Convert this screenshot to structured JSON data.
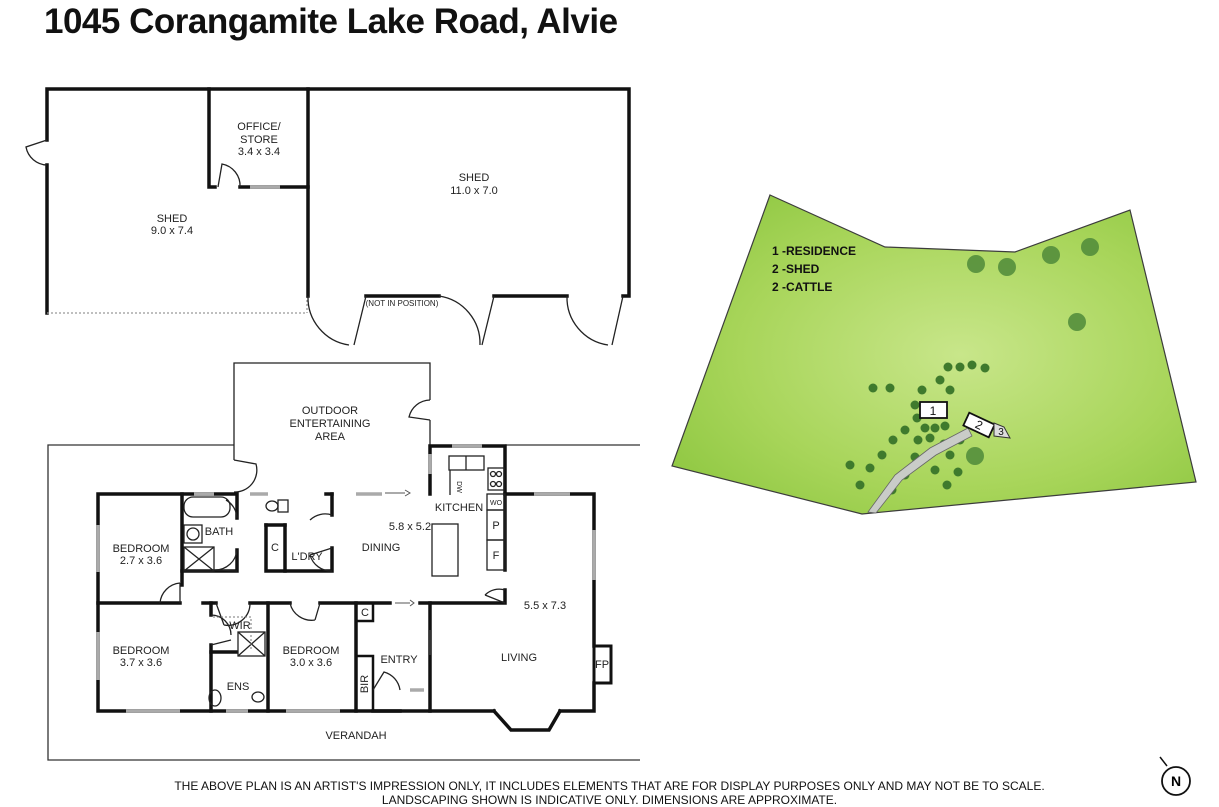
{
  "title": "1045 Corangamite Lake Road, Alvie",
  "sheds": {
    "office_name": "OFFICE/",
    "office_name2": "STORE",
    "office_size": "3.4 x 3.4",
    "shed_left_name": "SHED",
    "shed_left_size": "9.0 x 7.4",
    "shed_right_name": "SHED",
    "shed_right_size": "11.0 x 7.0",
    "not_in_position": "(NOT IN POSITION)"
  },
  "house": {
    "outdoor_1": "OUTDOOR",
    "outdoor_2": "ENTERTAINING",
    "outdoor_3": "AREA",
    "bedroom1": "BEDROOM",
    "bedroom1_size": "2.7 x 3.6",
    "bath": "BATH",
    "closet1": "C",
    "laundry": "L'DRY",
    "dining": "DINING",
    "dining_size": "5.8 x 5.2",
    "kitchen": "KITCHEN",
    "dw": "DW",
    "wo": "WO",
    "pantry": "P",
    "fridge": "F",
    "living_size": "5.5 x 7.3",
    "bedroom2": "BEDROOM",
    "bedroom2_size": "3.7 x 3.6",
    "wir": "WIR",
    "ens": "ENS",
    "bedroom3": "BEDROOM",
    "bedroom3_size": "3.0 x 3.6",
    "closet2": "C",
    "entry": "ENTRY",
    "bir": "BIR",
    "living": "LIVING",
    "fp": "FP",
    "verandah": "VERANDAH"
  },
  "site": {
    "legend": [
      "1 -RESIDENCE",
      "2 -SHED",
      "2 -CATTLE"
    ],
    "markers": [
      "1",
      "2",
      "3"
    ],
    "grass_color": "#9fd24f"
  },
  "north_label": "N",
  "disclaimer": [
    "THE ABOVE PLAN IS AN ARTIST'S IMPRESSION ONLY, IT INCLUDES ELEMENTS THAT ARE FOR DISPLAY PURPOSES ONLY AND MAY NOT BE TO SCALE.",
    "LANDSCAPING SHOWN IS INDICATIVE ONLY. DIMENSIONS ARE APPROXIMATE."
  ]
}
